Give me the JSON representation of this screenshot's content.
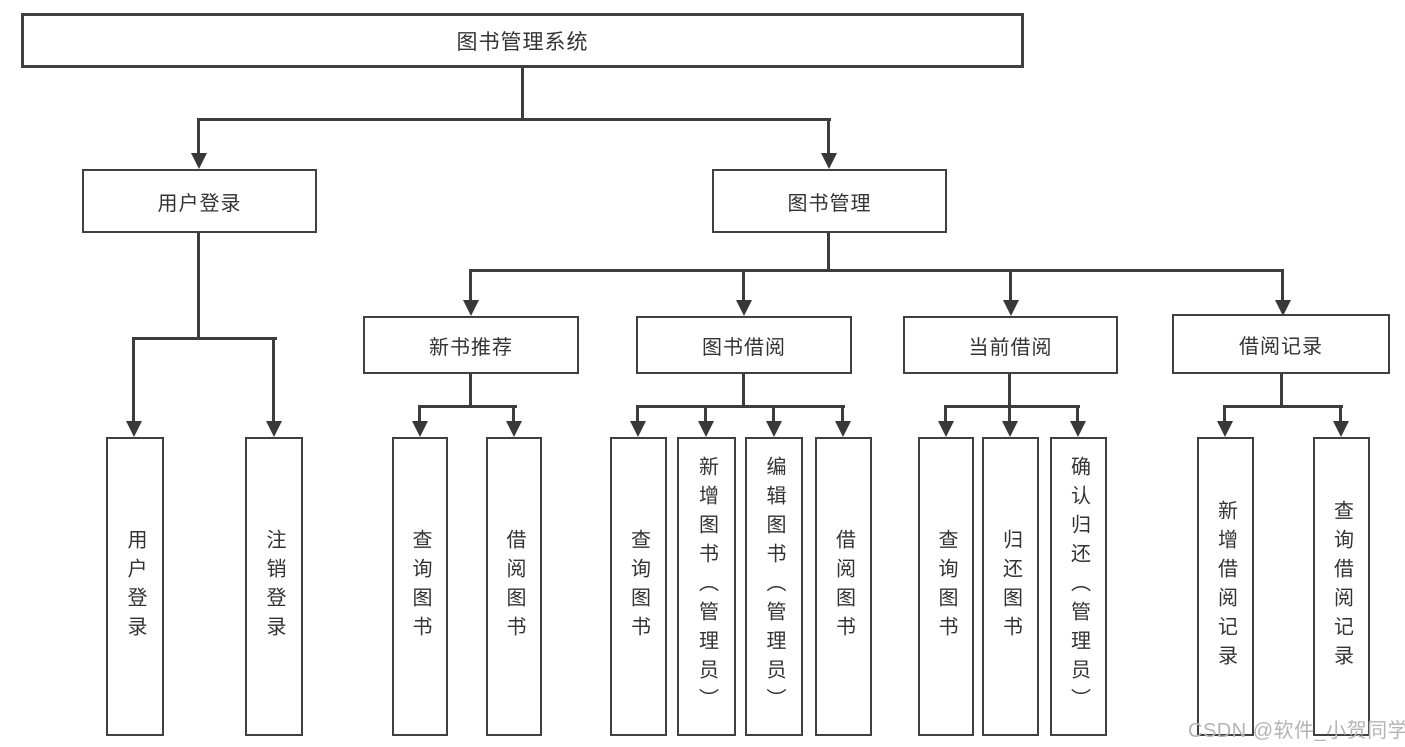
{
  "diagram": {
    "root_label": "图书管理系统",
    "level1": [
      "用户登录",
      "图书管理"
    ],
    "level2": [
      "新书推荐",
      "图书借阅",
      "当前借阅",
      "借阅记录"
    ],
    "leaves": [
      "用户登录",
      "注销登录",
      "查询图书",
      "借阅图书",
      "查询图书",
      "新增图书（管理员）",
      "编辑图书（管理员）",
      "借阅图书",
      "查询图书",
      "归还图书",
      "确认归还（管理员）",
      "新增借阅记录",
      "查询借阅记录"
    ]
  },
  "watermark": "CSDN @软件_小贺同学",
  "colors": {
    "background": "#ffffff",
    "box_border": "#404040",
    "line": "#3c3c3c",
    "text": "#333333",
    "watermark": "#b4b4b4"
  }
}
